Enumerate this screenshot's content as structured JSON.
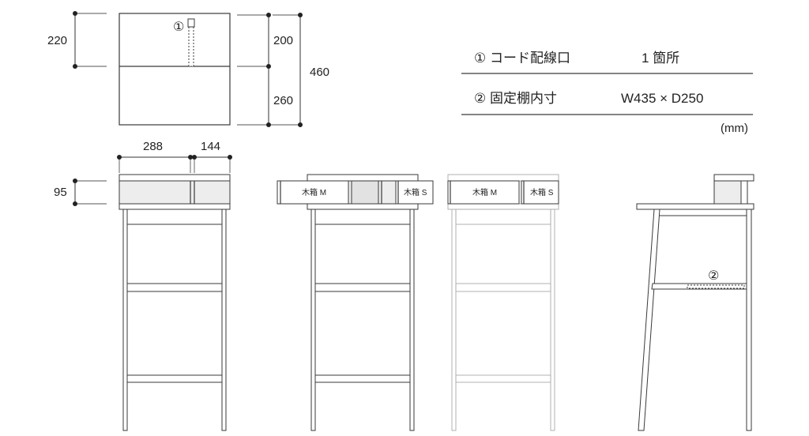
{
  "dimensions": {
    "top_depth_1": "220",
    "top_upper": "200",
    "top_lower": "260",
    "top_total": "460",
    "front_left": "288",
    "front_right": "144",
    "shelf_height": "95"
  },
  "drawers": {
    "front_m": "木箱 M",
    "front_s": "木箱 S",
    "side_m": "木箱 M",
    "side_s": "木箱 S"
  },
  "markers": {
    "marker_1": "①",
    "marker_2": "②"
  },
  "spec_table": {
    "rows": [
      {
        "label": "① コード配線口",
        "value": "1 箇所"
      },
      {
        "label": "② 固定棚内寸",
        "value": "W435 × D250"
      }
    ],
    "unit": "(mm)"
  }
}
